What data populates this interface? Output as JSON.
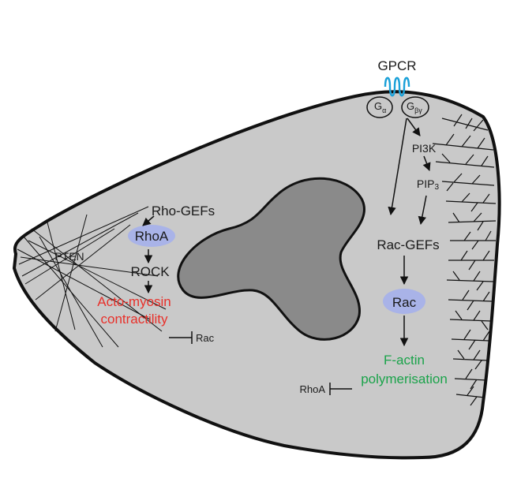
{
  "labels": {
    "gpcr": "GPCR",
    "g_alpha": "G",
    "g_alpha_sub": "α",
    "g_betagamma": "G",
    "g_betagamma_sub": "βγ",
    "pi3k": "PI3K",
    "pip3": "PIP",
    "pip3_sub": "3",
    "rac_gefs": "Rac-GEFs",
    "rac": "Rac",
    "factin_line1": "F-actin",
    "factin_line2": "polymerisation",
    "rho_gefs": "Rho-GEFs",
    "rhoa": "RhoA",
    "rock": "ROCK",
    "acto_line1": "Acto-myosin",
    "acto_line2": "contractility",
    "pten": "PTEN",
    "rac_inhibited": "Rac",
    "rhoa_inhibited": "RhoA"
  },
  "colors": {
    "cell_fill": "#c9c9c9",
    "nucleus_fill": "#8a8a8a",
    "node_fill": "#a9b3e8",
    "receptor": "#1aa0d8",
    "contractility_text": "#e8302a",
    "polymerisation_text": "#1aa34a"
  }
}
